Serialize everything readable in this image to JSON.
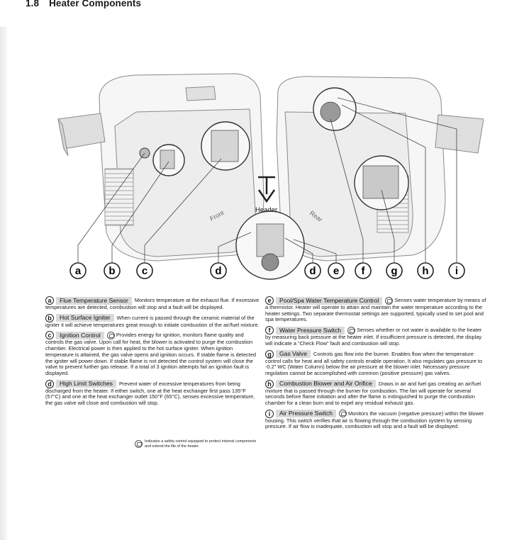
{
  "section": {
    "number": "1.8",
    "title": "Heater Components"
  },
  "figure": {
    "header_label": "Header",
    "front_label": "Front",
    "rear_label": "Rear",
    "callouts": [
      "a",
      "b",
      "c",
      "d",
      "d",
      "e",
      "f",
      "g",
      "h",
      "i"
    ]
  },
  "components_left": [
    {
      "letter": "a",
      "name": "Flue Temperature Sensor",
      "safety": false,
      "text": "Monitors temperature at the exhaust flue. If excessive temperatures are detected, combustion will stop and a fault will be displayed."
    },
    {
      "letter": "b",
      "name": "Hot Surface Igniter",
      "safety": false,
      "text": "When current is passed through the ceramic material of the igniter it will achieve temperatures great enough to initiate combustion of the air/fuel mixture."
    },
    {
      "letter": "c",
      "name": "Ignition Control",
      "safety": true,
      "text": "Provides energy for ignition, monitors flame quality and controls the gas valve. Upon call for heat, the blower is activated to purge the combustion chamber. Electrical power is then applied to the hot surface igniter. When ignition temperature is attained, the gas valve opens and ignition occurs. If stable flame is detected the igniter will power down. If stable flame is not detected the control system will close the valve to prevent further gas release. If a total of 3 ignition attempts fail an ignition fault is displayed."
    },
    {
      "letter": "d",
      "name": "High Limit Switches",
      "safety": false,
      "text": "Prevent water of excessive temperatures from being discharged from the heater. If either switch, one at the heat exchanger first pass 135°F (57°C) and one at the heat exchanger outlet 150°F (65°C), senses excessive temperature, the gas valve will close and combustion will stop."
    }
  ],
  "components_right": [
    {
      "letter": "e",
      "name": "Pool/Spa Water Temperature Control",
      "safety": true,
      "text": "Senses water temperature by means of a thermistor. Heater will operate to attain and maintain the water temperature according to the heater settings. Two separate thermostat settings are supported, typically used to set pool and spa temperatures."
    },
    {
      "letter": "f",
      "name": "Water Pressure Switch",
      "safety": true,
      "text": "Senses whether or not water is available to the heater by measuring back pressure at the heater inlet. If insufficient pressure is detected, the display will indicate a “Check Flow” fault and combustion will stop."
    },
    {
      "letter": "g",
      "name": "Gas Valve",
      "safety": false,
      "text": "Controls gas flow into the burner. Enables flow when the temperature control calls for heat and all safety controls enable operation. It also regulates gas pressure to -0.2\" WC (Water Column) below the air pressure at the blower inlet. Necessary pressure regulation cannot be accomplished with common (positive pressure) gas valves."
    },
    {
      "letter": "h",
      "name": "Combustion Blower and Air Orifice",
      "safety": false,
      "text": "Draws in air and fuel gas creating an air/fuel mixture that is passed through the burner for combustion. The fan will operate for several seconds before flame initiation and after the flame is extinguished to purge the combustion chamber for a clean burn and to expel any residual exhaust gas."
    },
    {
      "letter": "i",
      "name": "Air Pressure Switch",
      "safety": true,
      "text": "Monitors the vacuum (negative pressure) within the blower housing. This switch verifies that air is flowing through the combustion system by sensing pressure. If air flow is inadequate, combustion will stop and a fault will be displayed."
    }
  ],
  "safety_note": "Indicates a safety control equipped to protect internal components and extend the life of the heater."
}
